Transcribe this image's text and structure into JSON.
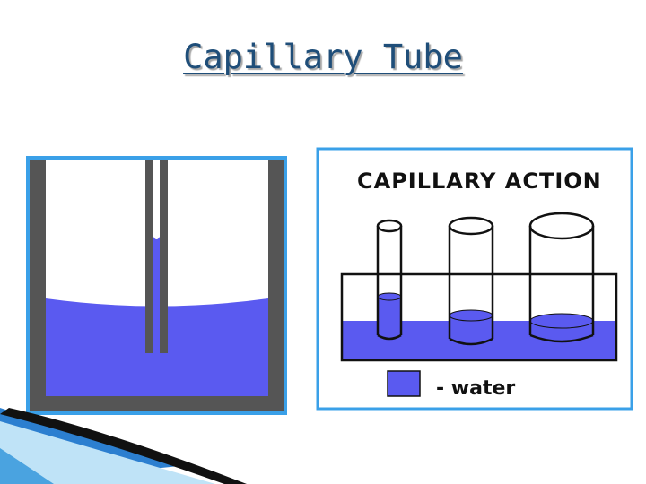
{
  "slide": {
    "title": "Capillary Tube"
  },
  "right_figure": {
    "heading": "CAPILLARY ACTION",
    "legend_label": "- water"
  },
  "colors": {
    "water": "#5a5af0",
    "frame_blue": "#3aa0e8",
    "container_gray": "#555555",
    "title_color": "#1f4e79"
  }
}
